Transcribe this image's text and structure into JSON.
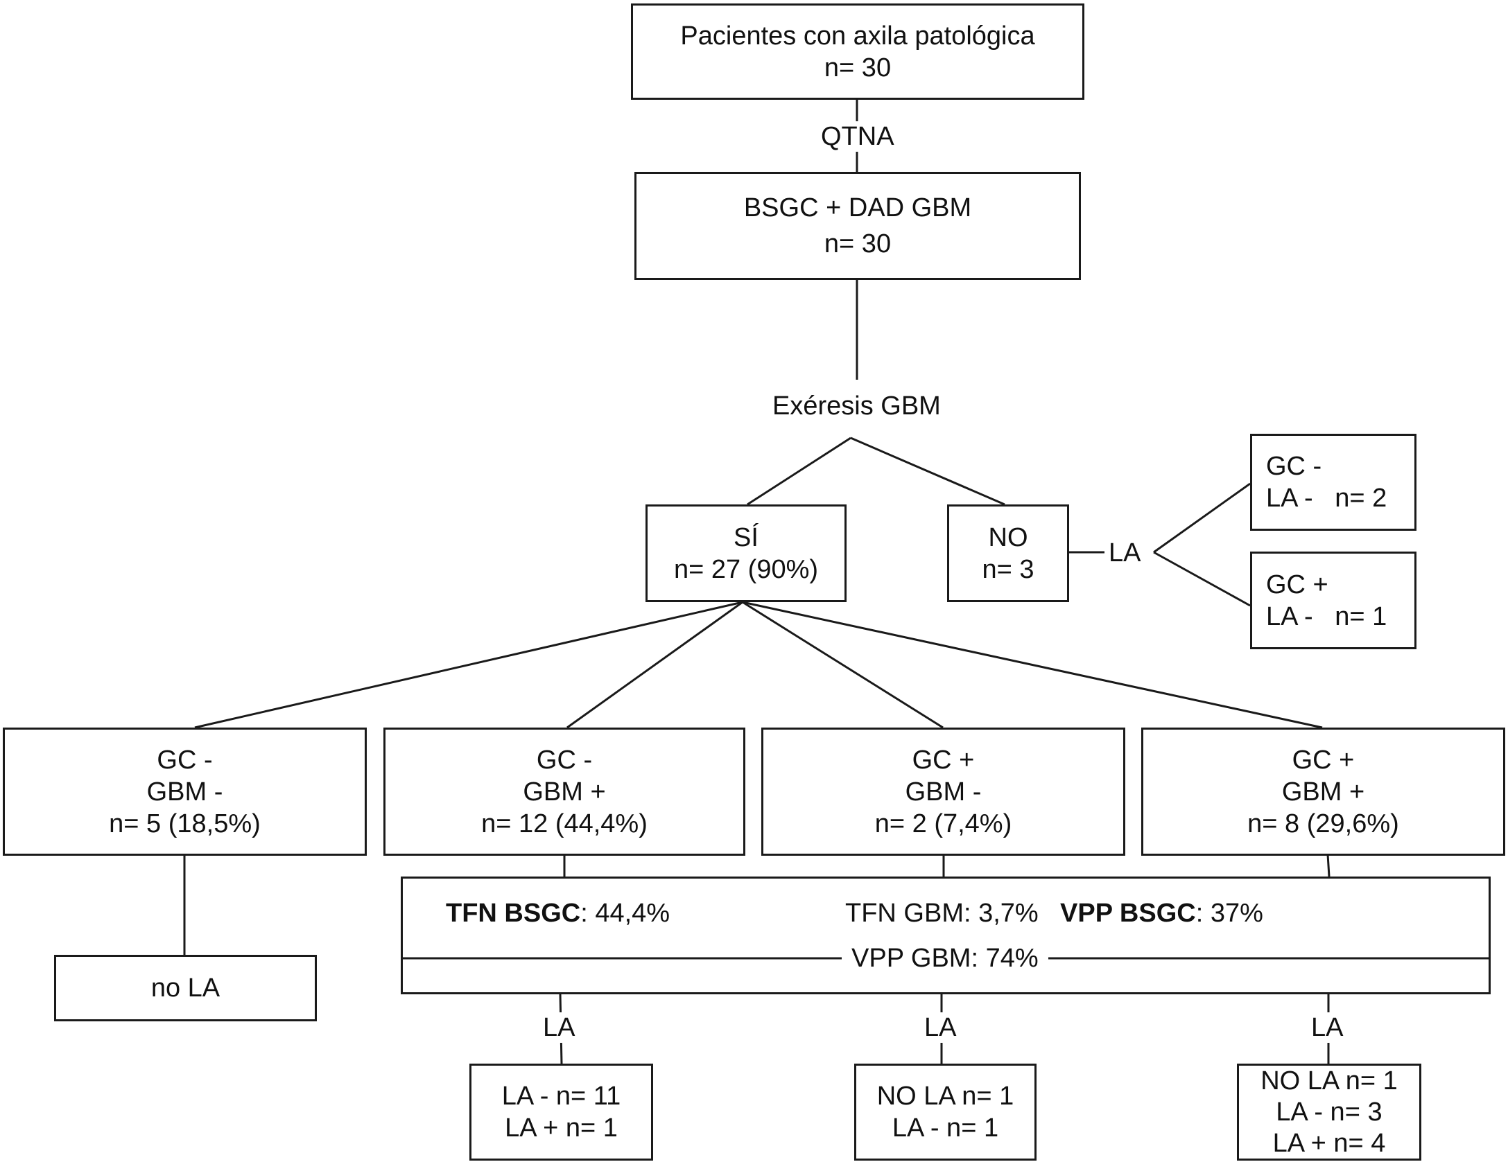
{
  "nodes": {
    "root": {
      "lines": [
        "Pacientes con axila patológica",
        "n= 30"
      ]
    },
    "bsgc": {
      "lines": [
        "BSGC + DAD GBM",
        "n= 30"
      ]
    },
    "si": {
      "lines": [
        "SÍ",
        "n= 27 (90%)"
      ]
    },
    "no": {
      "lines": [
        "NO",
        "n= 3"
      ]
    },
    "no_gcneg": {
      "lines": [
        "GC -",
        "LA -   n= 2"
      ]
    },
    "no_gcpos": {
      "lines": [
        "GC +",
        "LA -   n= 1"
      ]
    },
    "g1": {
      "lines": [
        "GC -",
        "GBM -",
        "n= 5 (18,5%)"
      ]
    },
    "g2": {
      "lines": [
        "GC -",
        "GBM +",
        "n= 12 (44,4%)"
      ]
    },
    "g3": {
      "lines": [
        "GC +",
        "GBM -",
        "n= 2 (7,4%)"
      ]
    },
    "g4": {
      "lines": [
        "GC +",
        "GBM +",
        "n= 8 (29,6%)"
      ]
    },
    "no_la": {
      "lines": [
        "no LA"
      ]
    },
    "r1": {
      "lines": [
        "LA - n= 11",
        "LA + n= 1"
      ]
    },
    "r2": {
      "lines": [
        "NO LA n= 1",
        "LA - n= 1"
      ]
    },
    "r3": {
      "lines": [
        "NO LA n= 1",
        "LA - n= 3",
        "LA + n= 4"
      ]
    }
  },
  "edge_labels": {
    "qtna": "QTNA",
    "exeresis": "Exéresis GBM",
    "la_no": "LA",
    "la_1": "LA",
    "la_2": "LA",
    "la_3": "LA"
  },
  "metrics": {
    "tfn_bsgc": {
      "name": "TFN BSGC",
      "value": ": 44,4%"
    },
    "tfn_gbm": "TFN GBM: 3,7%",
    "vpp_bsgc": {
      "name": "VPP BSGC",
      "value": ": 37%"
    },
    "vpp_gbm": "VPP GBM: 74%"
  }
}
